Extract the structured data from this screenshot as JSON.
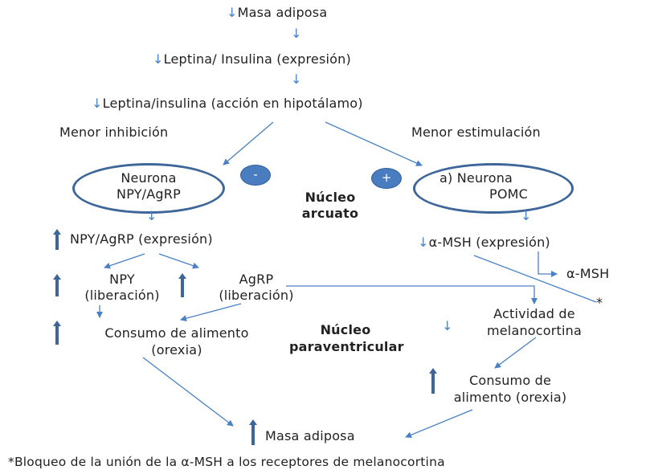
{
  "top": {
    "masa": "Masa adiposa",
    "expr": "Leptina/ Insulina (expresión)",
    "accion": "Leptina/insulina (acción en hipotálamo)"
  },
  "branches": {
    "left": "Menor inhibición",
    "right": "Menor estimulación"
  },
  "neurons": {
    "left_line1": "Neurona",
    "left_line2": "NPY/AgRP",
    "right_line1": "a)    Neurona",
    "right_line2": "POMC",
    "minus": "-",
    "plus": "+"
  },
  "center": {
    "arcuato_1": "Núcleo",
    "arcuato_2": "arcuato",
    "para_1": "Núcleo",
    "para_2": "paraventricular"
  },
  "left_path": {
    "npy_expr": "NPY/AgRP (expresión)",
    "npy_1": "NPY",
    "npy_2": "(liberación)",
    "agrp_1": "AgRP",
    "agrp_2": "(liberación)",
    "consumo_1": "Consumo de alimento",
    "consumo_2": "(orexia)"
  },
  "right_path": {
    "msh_expr": "α-MSH (expresión)",
    "msh": "α-MSH",
    "actividad_1": "Actividad de",
    "actividad_2": "melanocortina",
    "asterisk": "*",
    "consumo_1": "Consumo de",
    "consumo_2": "alimento (orexia)"
  },
  "bottom": {
    "masa": "Masa adiposa"
  },
  "footnote": "*Bloqueo de la unión  de la α-MSH a los receptores de melanocortina",
  "colors": {
    "line": "#4a80c4",
    "neuron_border": "#3e6699",
    "bold_arrow": "#3e6699",
    "sign": "#4a7dc0"
  },
  "glyphs": {
    "down_arrow": "↓"
  }
}
